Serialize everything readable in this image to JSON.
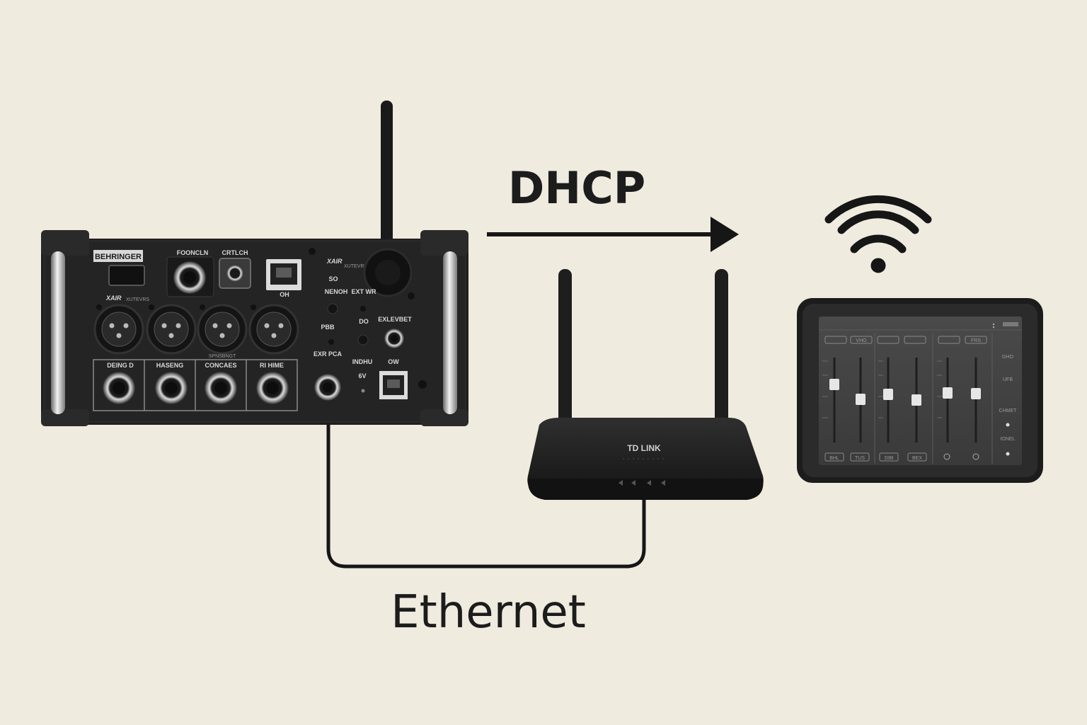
{
  "labels": {
    "dhcp": "DHCP",
    "ethernet": "Ethernet"
  },
  "mixer": {
    "brand": "BEHRINGER",
    "model": "XAIR",
    "model_sub": "XUTEVRS",
    "model_left": "XAIR",
    "model_left_sub": "XUTEVRS",
    "top_jack_labels": [
      "FOONCLN",
      "CRTLCH"
    ],
    "usb_label": "OH",
    "panel_labels": [
      "SO",
      "NENOH",
      "EXT WR",
      "PBB",
      "DO",
      "EXLEVBET",
      "EXR PCA",
      "INDHU",
      "OW",
      "6V",
      "SPNSBNGT"
    ],
    "bottom_labels": [
      "DEING D",
      "HASENG",
      "CONCAES",
      "RI HIME"
    ]
  },
  "router": {
    "brand": "TD LINK"
  },
  "tablet": {
    "channel_headers": [
      "",
      "VHO",
      "",
      "",
      "",
      "FRS"
    ],
    "side_labels": [
      "GHO",
      "UFB",
      "CHMET",
      "IONEL"
    ],
    "bottom_buttons": [
      "BHL",
      "TUS",
      "S9B",
      "BEX",
      "",
      ""
    ]
  },
  "colors": {
    "background": "#f0ebdf",
    "device": "#1e1e1e",
    "text": "#1c1c1c"
  },
  "icons": [
    "wifi-icon",
    "arrow-right-icon"
  ]
}
